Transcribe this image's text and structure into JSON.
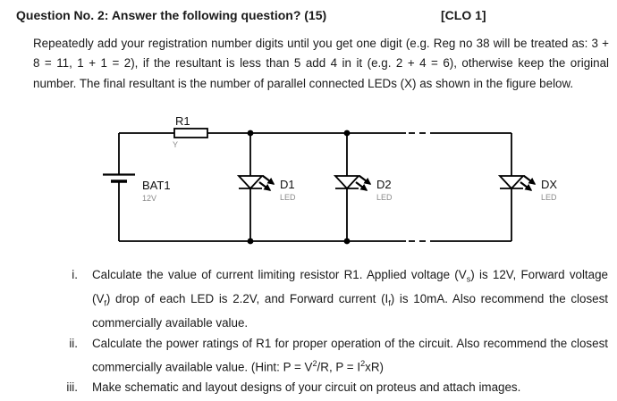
{
  "header": {
    "title": "Question No. 2: Answer the following question? (15)",
    "clo": "[CLO 1]"
  },
  "intro_text": "Repeatedly add your registration number digits until you get one digit (e.g. Reg no 38 will be treated as: 3 + 8 = 11, 1 + 1 = 2), if the resultant is less than 5 add 4 in it (e.g. 2 + 4 = 6), otherwise keep the original number. The final resultant is the number of parallel connected LEDs (X) as shown in the figure below.",
  "circuit": {
    "resistor": {
      "ref": "R1",
      "pin_label": "Y"
    },
    "battery": {
      "ref": "BAT1",
      "value": "12V"
    },
    "leds": [
      {
        "ref": "D1",
        "type": "LED"
      },
      {
        "ref": "D2",
        "type": "LED"
      },
      {
        "ref": "DX",
        "type": "LED"
      }
    ]
  },
  "questions": [
    {
      "num": "i.",
      "text": "Calculate the value of current limiting resistor R1. Applied voltage (V_{s}) is 12V, Forward voltage (V_{f}) drop of each LED is 2.2V, and Forward current (I_{f}) is 10mA. Also recommend the closest commercially available value."
    },
    {
      "num": "ii.",
      "text": "Calculate the power ratings of R1 for proper operation of the circuit. Also recommend the closest commercially available value. (Hint: P = V^{2}/R, P = I^{2}xR)"
    },
    {
      "num": "iii.",
      "text": "Make schematic and layout designs of your circuit on proteus and attach images."
    }
  ],
  "colors": {
    "text": "#1a1a1a",
    "sublabel": "#8a8a8a",
    "wire": "#000000"
  }
}
